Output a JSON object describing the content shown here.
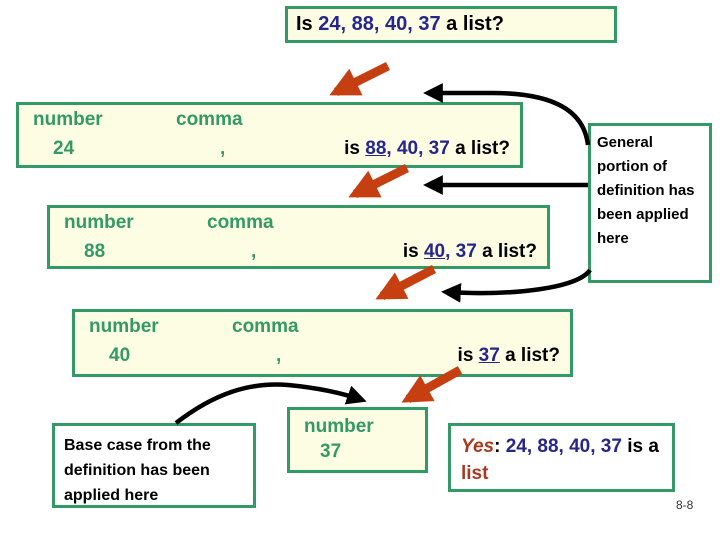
{
  "slide": {
    "page_number": "8-8"
  },
  "title": {
    "prefix": "Is ",
    "numbers": "24, 88, 40, 37",
    "suffix": " a list?"
  },
  "steps": [
    {
      "grammar_left": "number",
      "grammar_right": "comma",
      "value": "24",
      "comma": ",",
      "q_prefix": "is ",
      "q_head": "88,",
      "q_tail": " 40, 37",
      "q_suffix": " a list?"
    },
    {
      "grammar_left": "number",
      "grammar_right": "comma",
      "value": "88",
      "comma": ",",
      "q_prefix": "is ",
      "q_head": "40,",
      "q_tail": " 37",
      "q_suffix": " a list?"
    },
    {
      "grammar_left": "number",
      "grammar_right": "comma",
      "value": "40",
      "comma": ",",
      "q_prefix": "is ",
      "q_head": "37",
      "q_tail": "",
      "q_suffix": " a list?"
    }
  ],
  "base_box": {
    "grammar": "number",
    "value": "37"
  },
  "callouts": {
    "general": "General portion of definition has been applied here",
    "base_case": "Base case from the definition has been applied here"
  },
  "result": {
    "yes": "Yes",
    "colon": ": ",
    "numbers": "24, 88, 40, 37",
    "middle": "is a ",
    "list": "list"
  },
  "colors": {
    "box_border": "#339966",
    "box_fill": "#FDFDE3",
    "grammar_text": "#339966",
    "number_text": "#26268C",
    "arrow_red": "#C63F11",
    "result_accent": "#A93920",
    "connector_black": "#000000"
  }
}
